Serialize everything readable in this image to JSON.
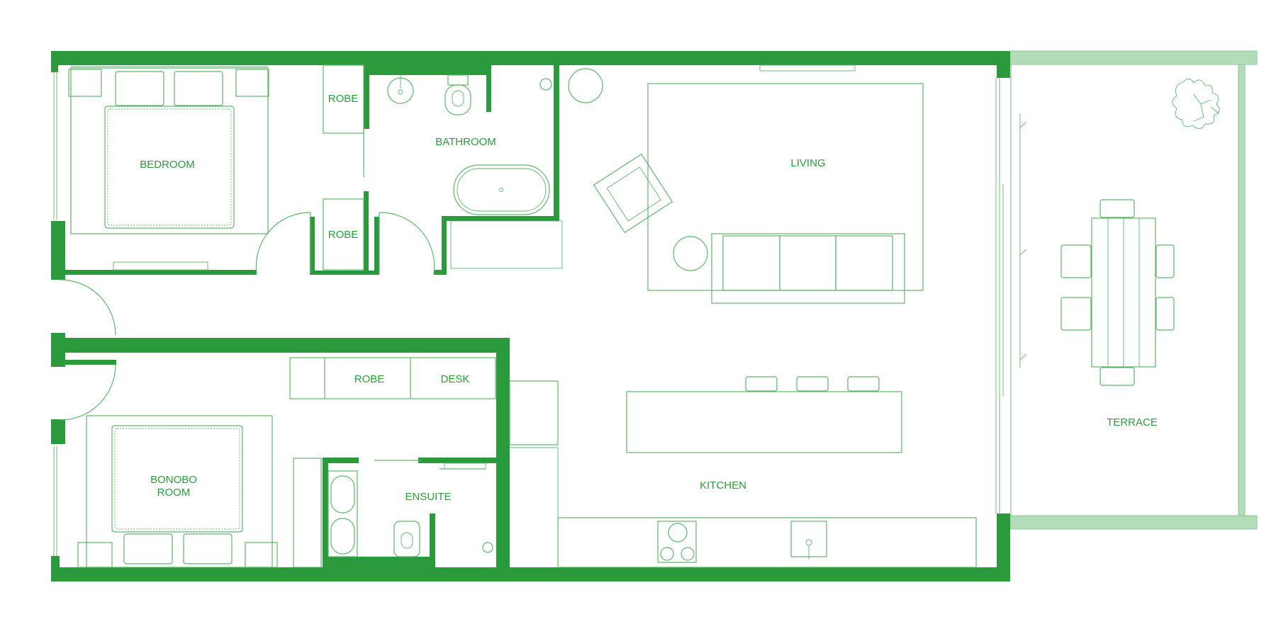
{
  "colors": {
    "wall": "#2b9a3c",
    "line": "#5fb56c",
    "terrace_wall": "#b3dcb8",
    "background": "#ffffff"
  },
  "rooms": {
    "bedroom": "BEDROOM",
    "robe_top": "ROBE",
    "robe_mid": "ROBE",
    "bathroom": "BATHROOM",
    "living": "LIVING",
    "robe_bonobo": "ROBE",
    "desk": "DESK",
    "bonobo_line1": "BONOBO",
    "bonobo_line2": "ROOM",
    "ensuite": "ENSUITE",
    "kitchen": "KITCHEN",
    "terrace": "TERRACE"
  },
  "icons": [
    "bed-icon",
    "bathtub-icon",
    "toilet-icon",
    "sink-icon",
    "sofa-icon",
    "armchair-icon",
    "table-icon",
    "chair-icon",
    "bar-stool-icon",
    "cooktop-icon",
    "plant-icon",
    "door-swing-icon"
  ]
}
